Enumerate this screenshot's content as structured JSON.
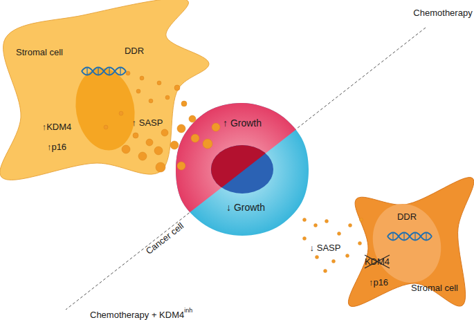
{
  "diagram": {
    "nodes": [
      {
        "text": [
          "Stromal cell",
          "DDR",
          "↑KDM4",
          "↑p16"
        ]
      },
      {
        "text": [
          "↑ Growth",
          "↓ Growth",
          "Cancer cell"
        ]
      },
      {
        "text": [
          "DDR",
          "KDM4",
          "↑p16",
          "Stromal cell"
        ]
      }
    ],
    "labels": [
      "Chemotherapy",
      "↑ SASP",
      "↓ SASP",
      "Chemotherapy + KDM4",
      "inh"
    ]
  }
}
